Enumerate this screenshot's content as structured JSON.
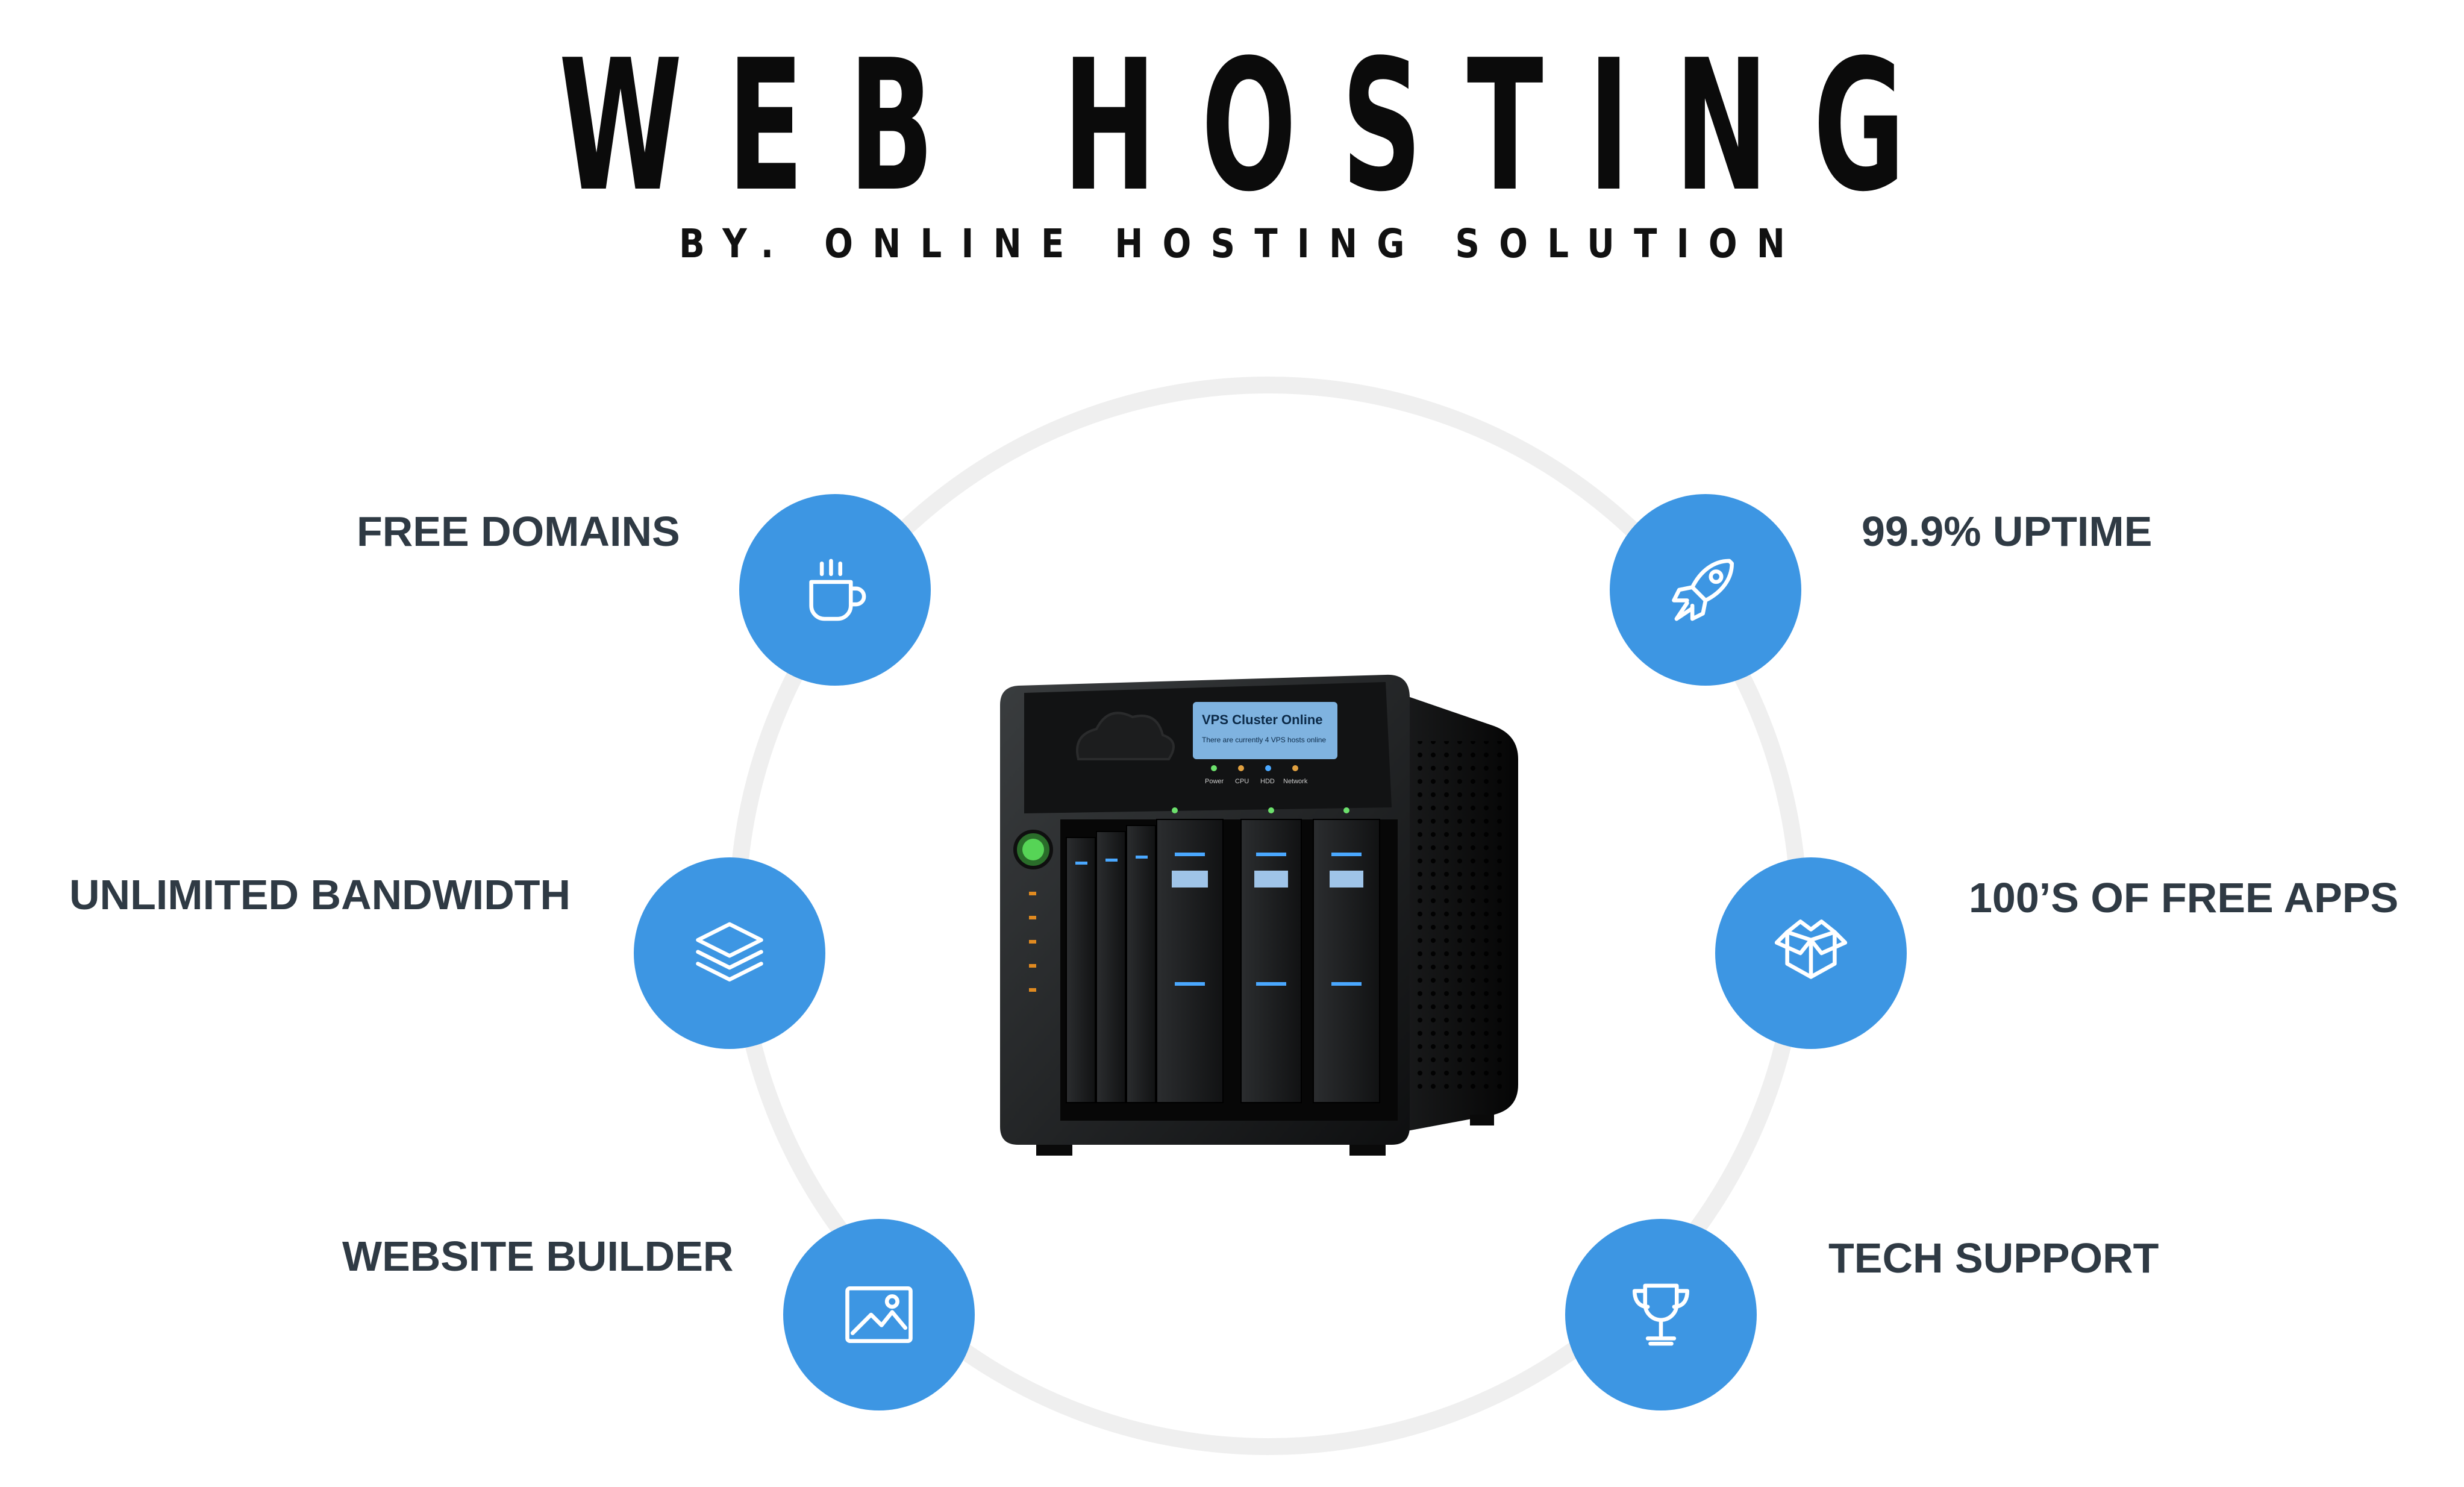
{
  "header": {
    "title": "WEB HOSTING",
    "subtitle": "BY. ONLINE HOSTING SOLUTION"
  },
  "features": {
    "free_domains": {
      "label": "FREE DOMAINS",
      "icon": "coffee-cup-icon"
    },
    "unlimited_bandwidth": {
      "label": "UNLIMITED BANDWIDTH",
      "icon": "layers-icon"
    },
    "website_builder": {
      "label": "WEBSITE BUILDER",
      "icon": "image-icon"
    },
    "uptime": {
      "label": "99.9% UPTIME",
      "icon": "rocket-icon"
    },
    "free_apps": {
      "label": "100’S OF FREE APPS",
      "icon": "box-icon"
    },
    "tech_support": {
      "label": "TECH SUPPORT",
      "icon": "trophy-icon"
    }
  },
  "server": {
    "screen_title": "VPS Cluster Online",
    "screen_text": "There are currently 4 VPS hosts online",
    "indicators": [
      "Power",
      "CPU",
      "HDD",
      "Network"
    ]
  },
  "colors": {
    "accent": "#3d96e3",
    "label": "#2f3a44",
    "title": "#0b0b0b",
    "ring": "#efefef"
  }
}
